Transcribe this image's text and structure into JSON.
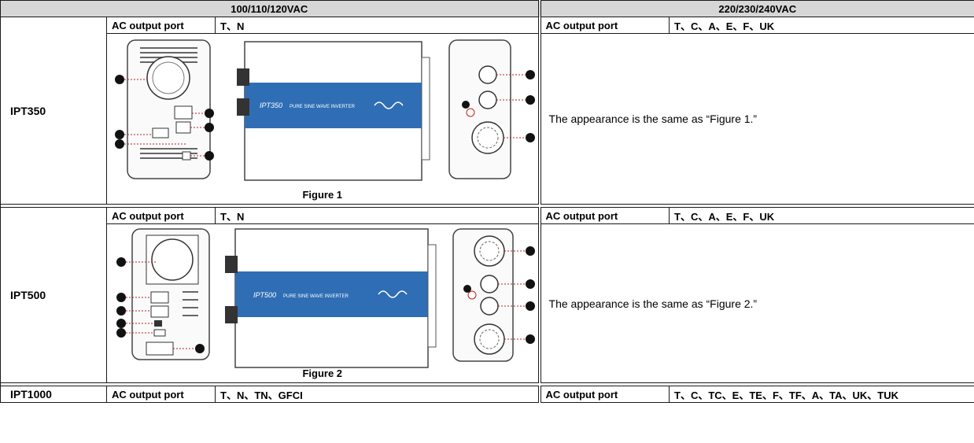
{
  "headers": {
    "left": "100/110/120VAC",
    "right": "220/230/240VAC"
  },
  "port_label": "AC output port",
  "rows": [
    {
      "model": "IPT350",
      "left_ports": "T、N",
      "right_ports": "T、C、A、E、F、UK",
      "figure_caption": "Figure 1",
      "note": "The appearance is the same as “Figure 1.”",
      "inverter_brand": "IPT350",
      "inverter_tagline": "PURE SINE WAVE INVERTER"
    },
    {
      "model": "IPT500",
      "left_ports": "T、N",
      "right_ports": "T、C、A、E、F、UK",
      "figure_caption": "Figure 2",
      "note": "The appearance is the same as “Figure 2.”",
      "inverter_brand": "IPT500",
      "inverter_tagline": "PURE SINE WAVE INVERTER"
    },
    {
      "model": "IPT1000",
      "left_ports": "T、N、TN、GFCI",
      "right_ports": "T、C、TC、E、TE、F、TF、A、TA、UK、TUK"
    }
  ],
  "colors": {
    "header_bg": "#d6d6d6",
    "inverter_band": "#2f6eb5",
    "border": "#1a1a1a"
  }
}
